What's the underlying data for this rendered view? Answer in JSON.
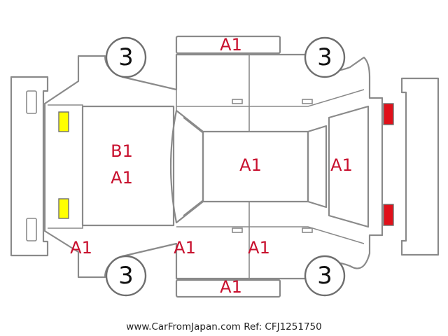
{
  "colors": {
    "outline": "#8a8a8a",
    "damage_code": "#c8102e",
    "front_light": "#ffff00",
    "rear_light": "#e0101a"
  },
  "labels": {
    "roof_top": "A1",
    "front_left": "B1",
    "front_right": "A1",
    "roof_center": "A1",
    "rear_window": "A1",
    "front_bumper_corner": "A1",
    "side_door_front": "A1",
    "side_door_rear": "A1",
    "roof_bottom": "A1"
  },
  "wheels": {
    "front_left": "3",
    "rear_left": "3",
    "front_right": "3",
    "rear_right": "3"
  },
  "lights": {
    "front": "front-light-icon",
    "rear": "rear-light-icon"
  },
  "footer": {
    "text": "www.CarFromJapan.com Ref: CFJ1251750"
  }
}
